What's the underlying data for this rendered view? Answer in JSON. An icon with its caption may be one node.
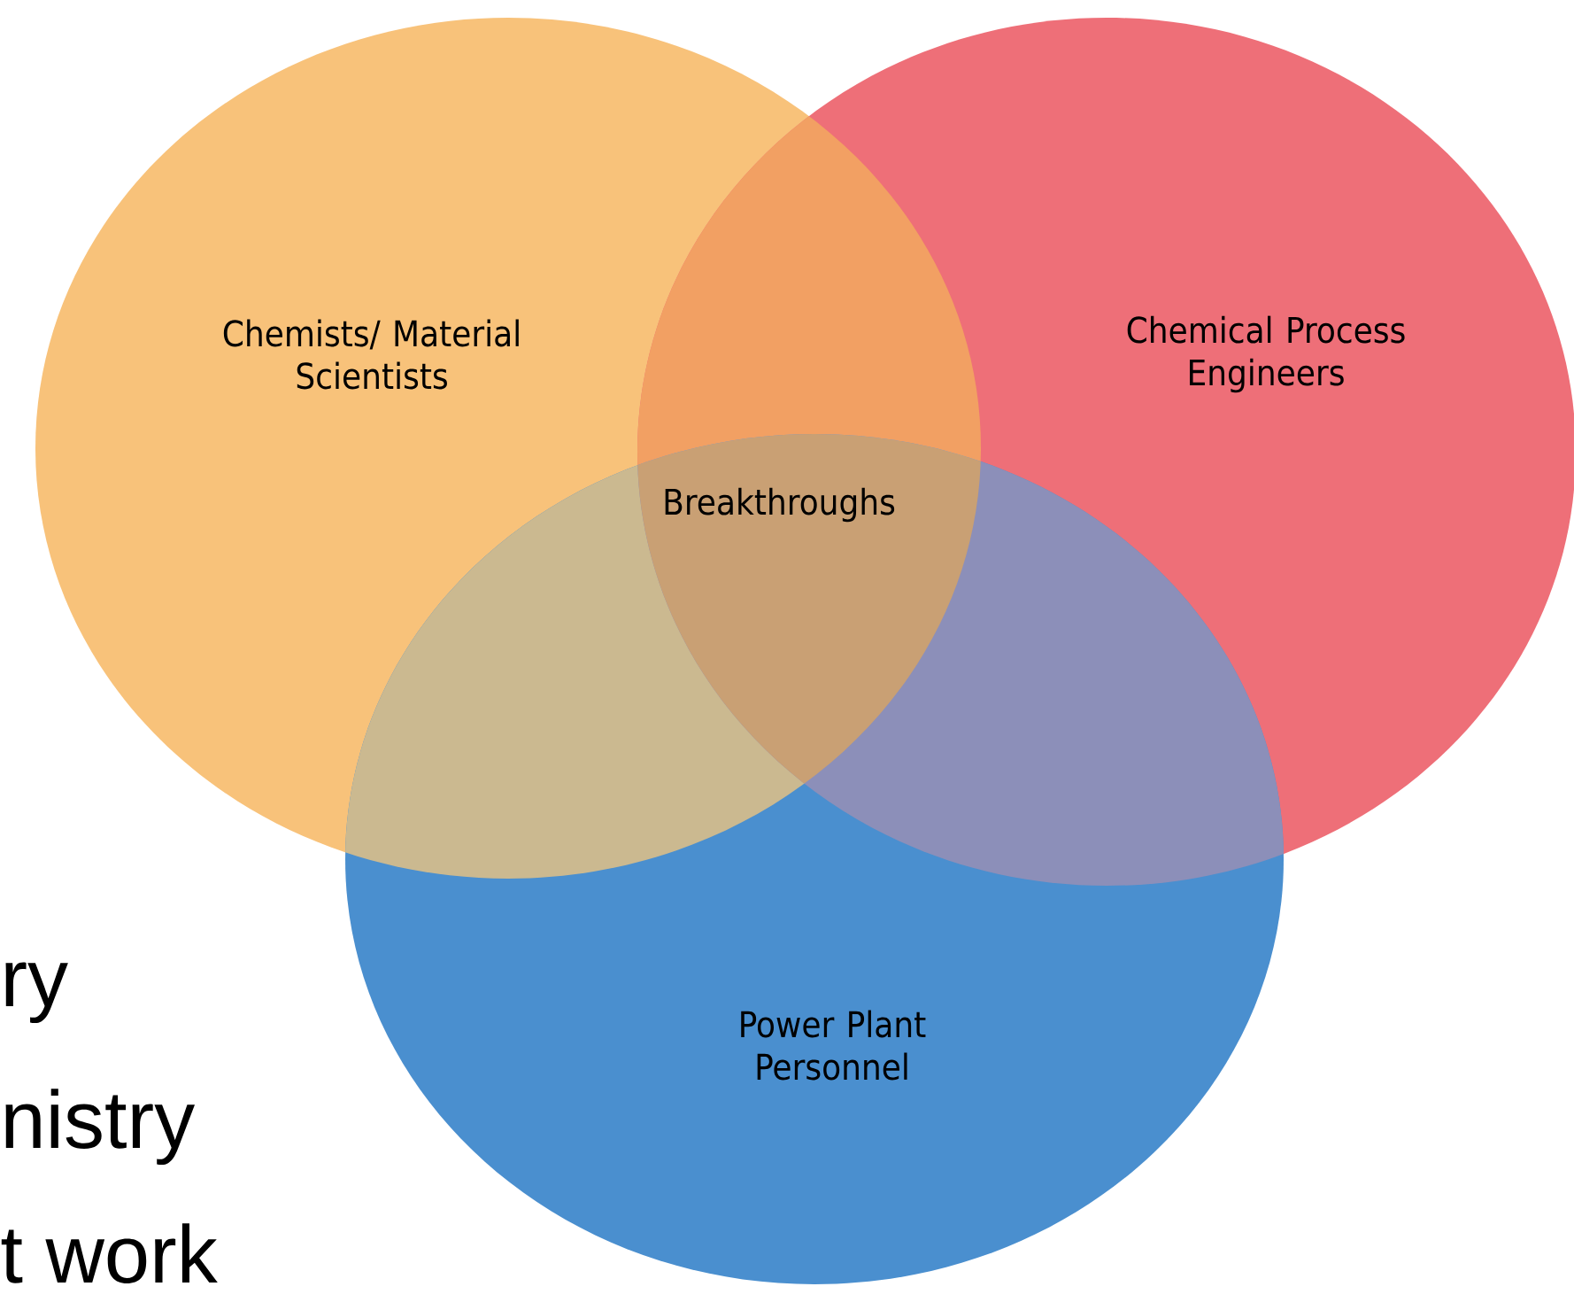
{
  "diagram": {
    "nodes": [
      {
        "text": [
          "Chemists/ Material Scientists"
        ]
      },
      {
        "text": [
          "Chemical Process Engineers"
        ]
      },
      {
        "text": [
          "Power Plant Personnel"
        ]
      }
    ],
    "labels": [
      "Breakthroughs",
      "ry",
      "nistry",
      "t work"
    ]
  }
}
